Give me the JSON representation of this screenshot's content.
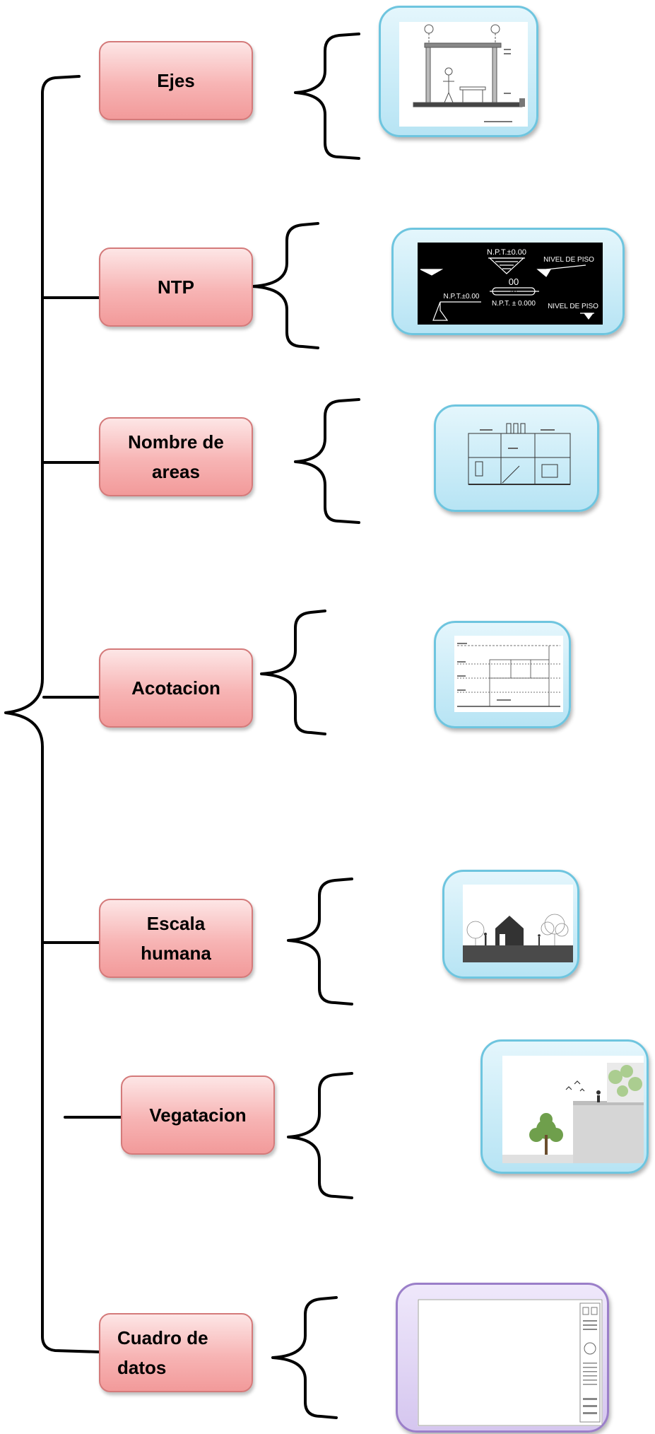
{
  "nodes": [
    {
      "id": "ejes",
      "label": "Ejes"
    },
    {
      "id": "ntp",
      "label": "NTP"
    },
    {
      "id": "nombre-areas",
      "label": "Nombre de areas"
    },
    {
      "id": "acotacion",
      "label": "Acotacion"
    },
    {
      "id": "escala-humana",
      "label": "Escala humana"
    },
    {
      "id": "vegetacion",
      "label": "Vegatacion"
    },
    {
      "id": "cuadro-datos",
      "label": "Cuadro de datos"
    }
  ],
  "ntp_image_text": {
    "top_label": "N.P.T.±0.00",
    "right_label": "NIVEL DE PISO",
    "left_label": "N.P.T.±0.00",
    "center_number": "00",
    "center_number2": "00",
    "center_label": "N.P.T. ± 0.000",
    "right_label2": "NIVEL DE PISO"
  },
  "colors": {
    "node_fill": "#f7b4b4",
    "node_border": "#d47a7a",
    "frame_border": "#6ec5df",
    "frame_fill": "#b7e4f4",
    "frame_border_alt": "#9b7fc9",
    "frame_fill_alt": "#d5c6ef",
    "line": "#000000"
  }
}
